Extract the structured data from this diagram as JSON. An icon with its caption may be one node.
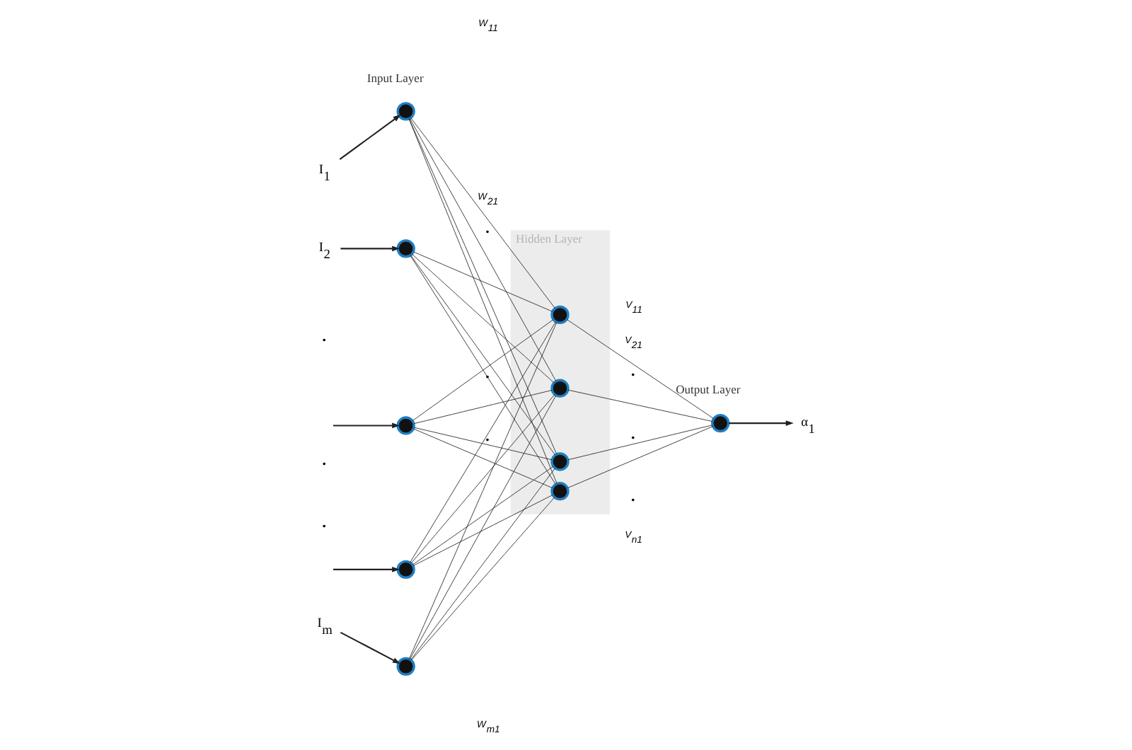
{
  "diagram": {
    "nodes": [
      {
        "text": [
          "I$_{1}$"
        ]
      },
      {
        "text": [],
        "shape": "circle"
      },
      {
        "text": [
          "I$_{2}$"
        ]
      },
      {
        "text": [],
        "shape": "circle"
      },
      {
        "text": [],
        "shape": "circle"
      },
      {
        "text": [],
        "shape": "circle"
      },
      {
        "text": [
          "I$_{m}$"
        ]
      },
      {
        "text": [],
        "shape": "circle"
      },
      {
        "text": [
          "Hidden Layer"
        ]
      },
      {
        "text": [],
        "shape": "circle",
        "in": 8
      },
      {
        "text": [],
        "shape": "circle",
        "in": 8
      },
      {
        "text": [],
        "shape": "circle",
        "in": 8
      },
      {
        "text": [],
        "shape": "circle",
        "in": 8
      },
      {
        "text": [],
        "shape": "circle"
      },
      {
        "text": [
          "α$_{1}$"
        ]
      }
    ],
    "edges": [
      {
        "from": 0,
        "to": 1,
        "arrow": "to"
      },
      {
        "from": 2,
        "to": 3,
        "arrow": "to"
      },
      {
        "from": null,
        "to": 4,
        "arrow": "to"
      },
      {
        "from": null,
        "to": 5,
        "arrow": "to"
      },
      {
        "from": 6,
        "to": 7,
        "arrow": "to"
      },
      {
        "from": 1,
        "to": 9,
        "arrow": "none"
      },
      {
        "from": 1,
        "to": 10,
        "arrow": "none"
      },
      {
        "from": 1,
        "to": 11,
        "arrow": "none"
      },
      {
        "from": 1,
        "to": 12,
        "arrow": "none"
      },
      {
        "from": 3,
        "to": 9,
        "arrow": "none"
      },
      {
        "from": 3,
        "to": 10,
        "arrow": "none"
      },
      {
        "from": 3,
        "to": 11,
        "arrow": "none"
      },
      {
        "from": 3,
        "to": 12,
        "arrow": "none"
      },
      {
        "from": 4,
        "to": 9,
        "arrow": "none"
      },
      {
        "from": 4,
        "to": 10,
        "arrow": "none"
      },
      {
        "from": 4,
        "to": 11,
        "arrow": "none"
      },
      {
        "from": 4,
        "to": 12,
        "arrow": "none"
      },
      {
        "from": 5,
        "to": 9,
        "arrow": "none"
      },
      {
        "from": 5,
        "to": 10,
        "arrow": "none"
      },
      {
        "from": 5,
        "to": 11,
        "arrow": "none"
      },
      {
        "from": 5,
        "to": 12,
        "arrow": "none"
      },
      {
        "from": 7,
        "to": 9,
        "arrow": "none"
      },
      {
        "from": 7,
        "to": 10,
        "arrow": "none"
      },
      {
        "from": 7,
        "to": 11,
        "arrow": "none"
      },
      {
        "from": 7,
        "to": 12,
        "arrow": "none"
      },
      {
        "from": 9,
        "to": 13,
        "arrow": "none"
      },
      {
        "from": 10,
        "to": 13,
        "arrow": "none"
      },
      {
        "from": 11,
        "to": 13,
        "arrow": "none"
      },
      {
        "from": 12,
        "to": 13,
        "arrow": "none"
      },
      {
        "from": 13,
        "to": 14,
        "arrow": "to"
      }
    ],
    "labels": [
      "Input Layer",
      "Output Layer",
      "W$_{11}$",
      "W$_{21}$",
      "•",
      "•",
      "•",
      "V$_{11}$",
      "V$_{21}$",
      "•",
      "•",
      "•",
      "V$_{n1}$",
      "•",
      "•",
      "•",
      "W$_{m1}$"
    ]
  }
}
